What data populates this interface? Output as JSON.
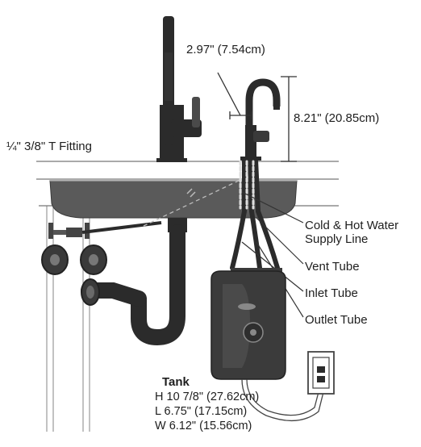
{
  "callouts": {
    "spout_reach": "2.97\" (7.54cm)",
    "faucet_height": "8.21\" (20.85cm)",
    "t_fitting": "¼\" 3/8\" T Fitting",
    "supply_line_1": "Cold & Hot Water",
    "supply_line_2": "Supply Line",
    "vent_tube": "Vent Tube",
    "inlet_tube": "Inlet Tube",
    "outlet_tube": "Outlet Tube"
  },
  "tank": {
    "title": "Tank",
    "height": "H 10 7/8\" (27.62cm)",
    "length": "L 6.75\" (17.15cm)",
    "width": "W 6.12\" (15.56cm)"
  },
  "colors": {
    "fixture_dark": "#2b2b2b",
    "basin_gray": "#555555",
    "leader_line": "#333333"
  }
}
